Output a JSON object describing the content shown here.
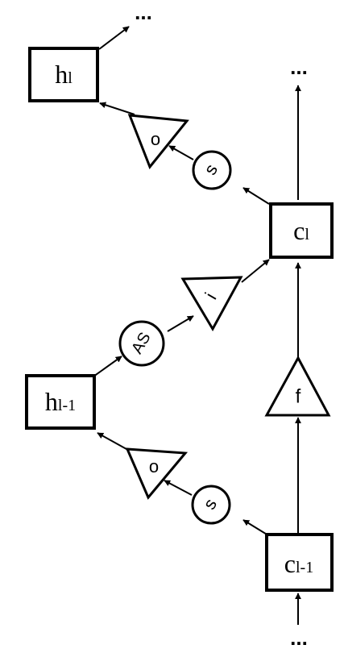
{
  "nodes": {
    "h_l": {
      "main": "h",
      "sub": "l"
    },
    "h_lm1": {
      "main": "h",
      "sub": "l-1"
    },
    "c_l": {
      "main": "c",
      "sub": "l"
    },
    "c_lm1": {
      "main": "c",
      "sub": "l-1"
    }
  },
  "gates": {
    "o_top": "o",
    "s_top": "s",
    "i_mid": "i",
    "as_mid": "AS",
    "f_mid": "f",
    "o_bottom": "o",
    "s_bottom": "s"
  },
  "continuation": {
    "top_left": "...",
    "top_right": "...",
    "bottom": "..."
  }
}
